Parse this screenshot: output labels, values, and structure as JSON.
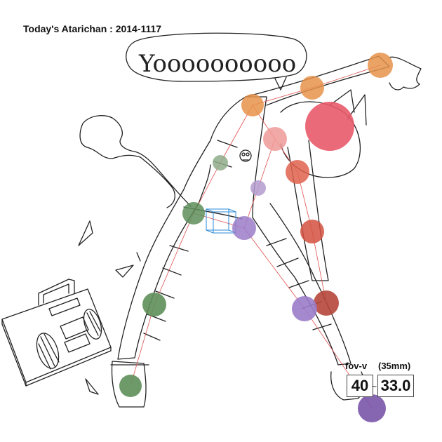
{
  "title": "Today's Atarichan : 2014-1117",
  "speech": "Yoooooooooo",
  "camera": {
    "fov_label": "fov-v",
    "lens_label": "(35mm)",
    "fov_value": "40",
    "separator": "~",
    "focal_value": "33.0"
  },
  "joint_colors": {
    "orange": "#e8924a",
    "head": "#e85a6a",
    "pink": "#ef9a98",
    "red": "#e0624e",
    "dark_red": "#b5463a",
    "green": "#5e8f5a",
    "light_green": "#8fab8a",
    "purple": "#9b7cc9",
    "light_purple": "#b49bcf",
    "deep_purple": "#7a55a8",
    "bone_line": "#e05050",
    "cube": "#2a8ad8"
  }
}
